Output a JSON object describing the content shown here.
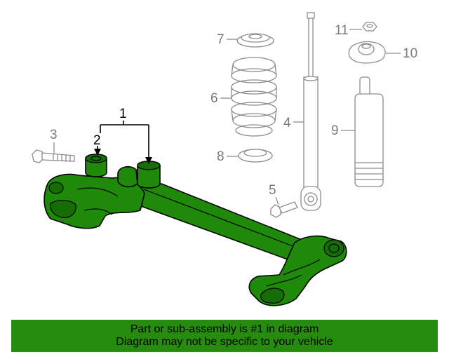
{
  "callouts": {
    "c1": "1",
    "c2": "2",
    "c3": "3",
    "c4": "4",
    "c5": "5",
    "c6": "6",
    "c7": "7",
    "c8": "8",
    "c9": "9",
    "c10": "10",
    "c11": "11"
  },
  "banner": {
    "line1": "Part or sub-assembly is #1 in diagram",
    "line2": "Diagram may not be specific to your vehicle"
  },
  "colors": {
    "highlight": "#1f8a0a",
    "banner": "#278b0f",
    "ghost_outline": "#8c8c8c"
  }
}
